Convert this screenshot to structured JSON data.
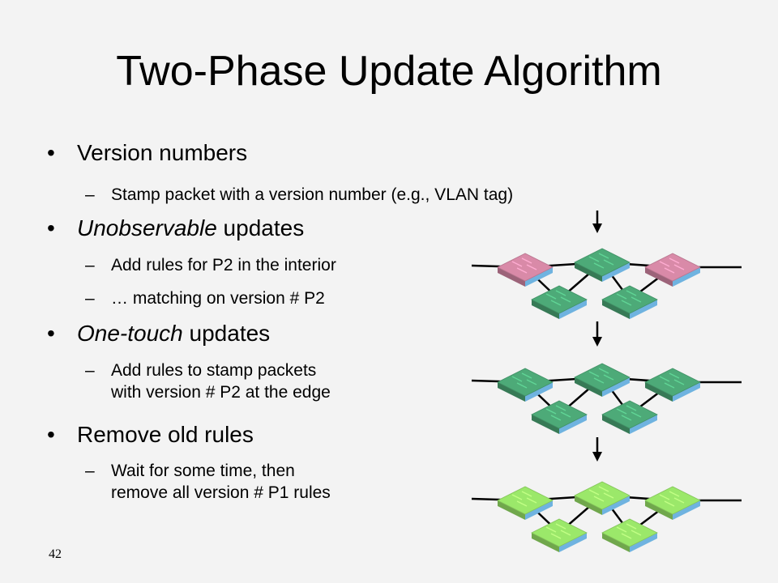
{
  "title": "Two-Phase Update Algorithm",
  "bullets": [
    {
      "text_before": "",
      "emph": "",
      "text": "Version numbers",
      "subs": [
        {
          "line1": "Stamp packet with a version number (e.g., VLAN tag)",
          "line2": ""
        }
      ]
    },
    {
      "text_before": "",
      "emph": "Unobservable",
      "text": " updates",
      "subs": [
        {
          "line1": "Add rules for P2 in the interior",
          "line2": ""
        },
        {
          "line1": "… matching on version # P2",
          "line2": ""
        }
      ]
    },
    {
      "text_before": "",
      "emph": "One-touch",
      "text": " updates",
      "subs": [
        {
          "line1": "Add rules to stamp packets",
          "line2": "with version # P2 at the edge"
        }
      ]
    },
    {
      "text_before": "",
      "emph": "",
      "text": "Remove old rules",
      "subs": [
        {
          "line1": "Wait for some time, then",
          "line2": "remove all version # P1 rules"
        }
      ]
    }
  ],
  "bullet_glyph": "•",
  "dash_glyph": "–",
  "page_number": "42",
  "diagram": {
    "stages": [
      {
        "edge_color": "#d98aa8",
        "interior_color": "#4daa78"
      },
      {
        "edge_color": "#4daa78",
        "interior_color": "#4daa78"
      },
      {
        "edge_color": "#9be86a",
        "interior_color": "#9be86a"
      }
    ],
    "icon": "network-switch-icon",
    "arrow_icon": "down-arrow-icon"
  }
}
